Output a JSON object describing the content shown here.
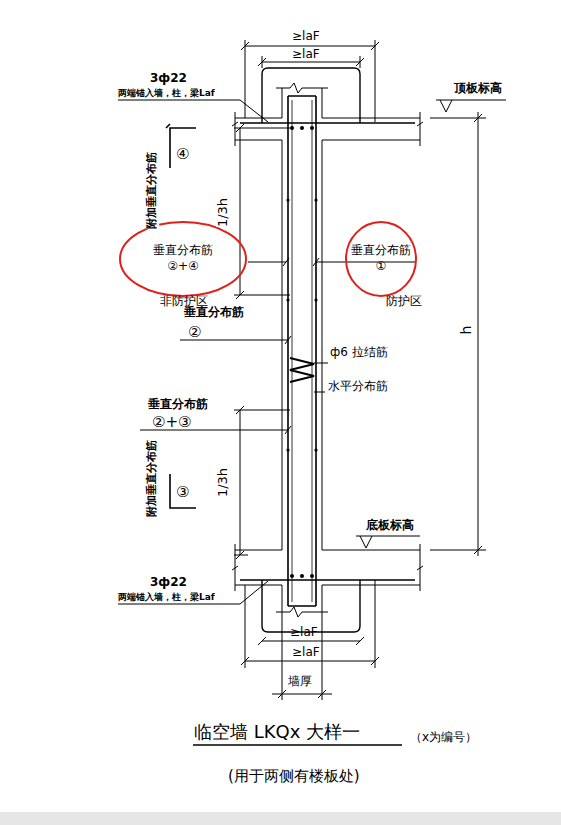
{
  "diagram": {
    "title": "临空墙 LKQx 大样一",
    "caption": "(用于两侧有楼板处)",
    "nodes": [
      {
        "text": [
          "垂直分布筋",
          "②+④"
        ]
      },
      {
        "text": [
          "垂直分布筋",
          "①"
        ]
      }
    ],
    "labels": [
      "≥laF",
      "≥laF",
      "3ф22",
      "两端锚入墙，柱，梁Laf",
      "附加垂直分布筋",
      "④",
      "1/3h",
      "非防护区",
      "防护区",
      "垂直分布筋",
      "②",
      "ф6 拉结筋",
      "水平分布筋",
      "垂直分布筋",
      "②+③",
      "附加垂直分布筋",
      "③",
      "1/3h",
      "3ф22",
      "两端锚入墙，柱，梁Laf",
      "顶板标高",
      "底板标高",
      "h",
      "≥laF",
      "≥laF",
      "墙厚",
      "（x为编号）"
    ]
  }
}
